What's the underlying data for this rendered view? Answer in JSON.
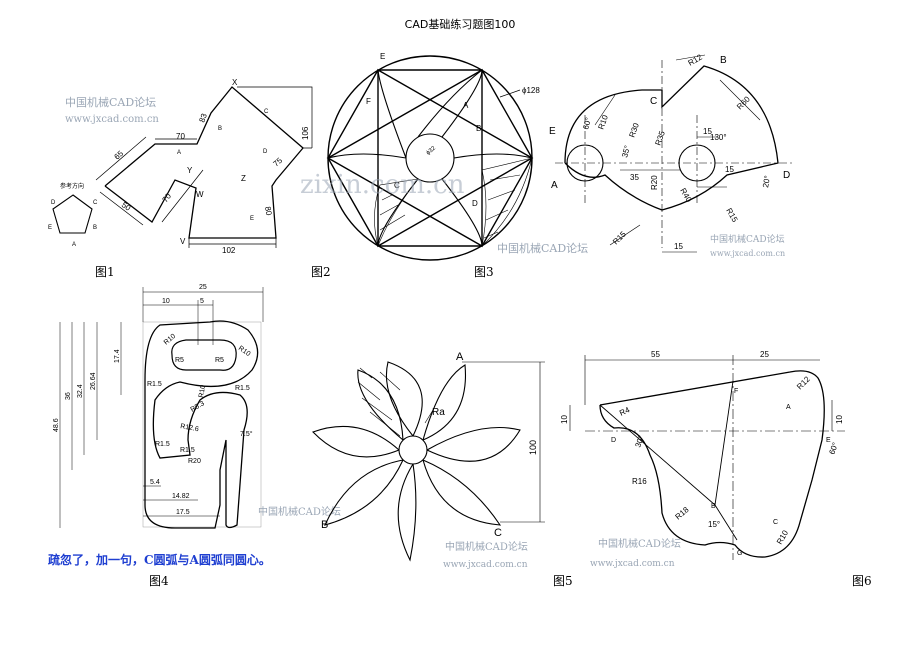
{
  "title": "CAD基础练习题图100",
  "captions": [
    "图1",
    "图2",
    "图3",
    "图4",
    "图5",
    "图6"
  ],
  "note": "疏忽了，加一句，C圆弧与A圆弧同圆心。",
  "watermarks": {
    "forum": "中国机械CAD论坛",
    "url": "www.jxcad.com.cn",
    "zixin": "zixin.com.cn"
  },
  "fig1": {
    "points": [
      "X",
      "Y",
      "W",
      "Z",
      "V"
    ],
    "dims": [
      "70",
      "65",
      "50",
      "70",
      "83",
      "106",
      "75",
      "80",
      "102"
    ],
    "edges": [
      "A",
      "B",
      "C",
      "D",
      "E"
    ],
    "ref_label": "参考方向",
    "pent_labels": [
      "A",
      "B",
      "C",
      "D",
      "E"
    ]
  },
  "fig2": {
    "labels": [
      "E",
      "F",
      "A",
      "B",
      "C",
      "D"
    ],
    "dia_outer": "ϕ128",
    "dia_inner": "ϕ32"
  },
  "fig3": {
    "labels": [
      "A",
      "B",
      "C",
      "D",
      "E"
    ],
    "dims": [
      "R12",
      "R60",
      "R10",
      "R30",
      "R35",
      "60°",
      "35°",
      "15",
      "130°",
      "35",
      "R20",
      "R40",
      "15",
      "20°",
      "R15",
      "R15",
      "15"
    ]
  },
  "fig4": {
    "dims": [
      "25",
      "10",
      "5",
      "R10",
      "R5",
      "R5",
      "R10",
      "R1.5",
      "R1.5",
      "R10",
      "R5.3",
      "R12.6",
      "R1.5",
      "R1.5",
      "R20",
      "7.5°",
      "48.6",
      "36",
      "32.4",
      "26.64",
      "17.4",
      "5.4",
      "14.82",
      "17.5"
    ]
  },
  "fig5": {
    "labels": [
      "A",
      "B",
      "C",
      "Ra"
    ],
    "dim": "100"
  },
  "fig6": {
    "labels": [
      "A",
      "B",
      "C",
      "D",
      "E",
      "F",
      "G"
    ],
    "dims": [
      "55",
      "25",
      "10",
      "10",
      "R4",
      "R12",
      "30°",
      "60°",
      "R16",
      "R18",
      "15°",
      "R10"
    ]
  }
}
